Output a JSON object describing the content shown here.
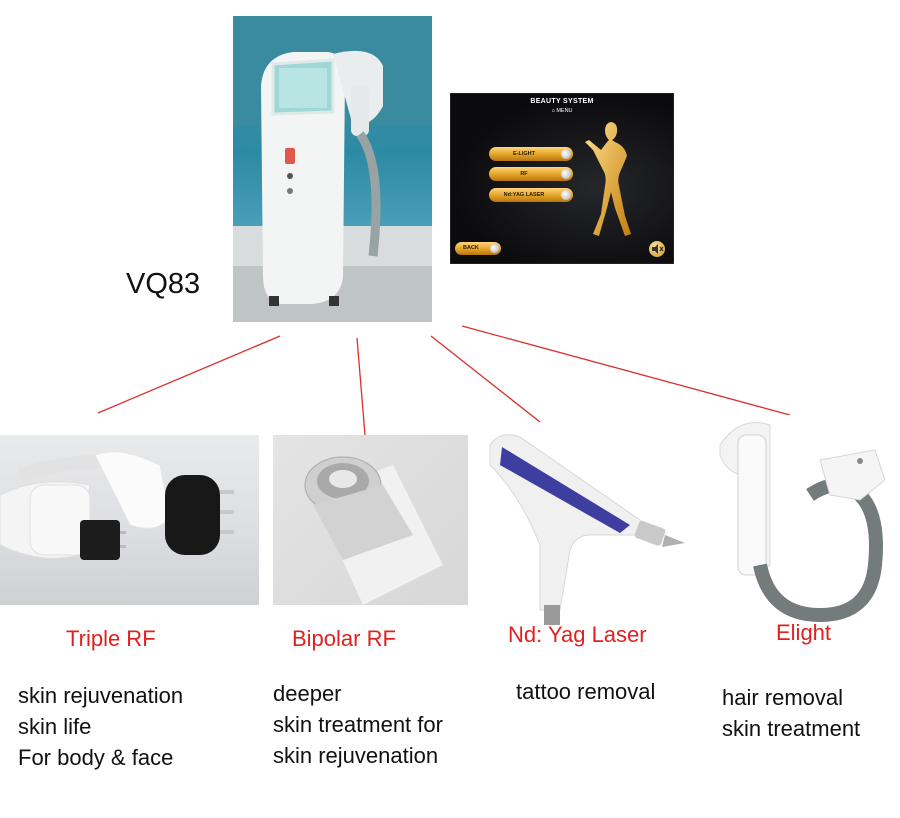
{
  "model": {
    "label": "VQ83"
  },
  "screen": {
    "title": "BEAUTY SYSTEM",
    "menu_label": "MENU",
    "buttons": [
      "E-LIGHT",
      "RF",
      "Nd:YAG LASER"
    ],
    "back_label": "BACK"
  },
  "handpieces": [
    {
      "title": "Triple RF",
      "lines": [
        "skin rejuvenation",
        "skin life",
        "For body & face"
      ]
    },
    {
      "title": "Bipolar RF",
      "lines": [
        "deeper",
        "skin treatment for",
        "skin rejuvenation"
      ]
    },
    {
      "title": "Nd: Yag Laser",
      "lines": [
        "tattoo removal"
      ]
    },
    {
      "title": "Elight",
      "lines": [
        "hair removal",
        "skin treatment"
      ]
    }
  ],
  "colors": {
    "title": "#e0211f",
    "connector": "#d9302c",
    "gold": "#e2a226"
  }
}
